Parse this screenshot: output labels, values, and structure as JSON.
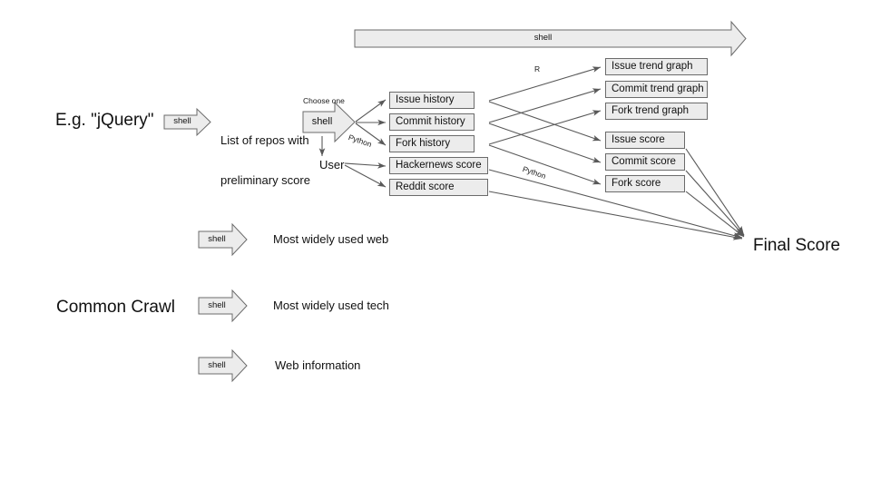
{
  "diagram": {
    "title": "Repository scoring pipeline flow diagram",
    "colors": {
      "box_fill": "#ececec",
      "box_border": "#6b6b6b",
      "arrow_stroke": "#595959",
      "text": "#111111",
      "background": "#ffffff"
    },
    "top_banner": {
      "label": "shell"
    },
    "inputs": {
      "example_query": "E.g. \"jQuery\"",
      "common_crawl": "Common Crawl"
    },
    "steps": {
      "shell_1": "shell",
      "repos_line1": "List of repos with",
      "repos_line2": "preliminary score",
      "choose_one": "Choose one",
      "shell_2": "shell",
      "python_branch": "Python",
      "user": "User",
      "lang_r": "R",
      "python_scores": "Python"
    },
    "history_boxes": [
      {
        "label": "Issue history"
      },
      {
        "label": "Commit history"
      },
      {
        "label": "Fork history"
      },
      {
        "label": "Hackernews score"
      },
      {
        "label": "Reddit score"
      }
    ],
    "output_boxes": [
      {
        "label": "Issue trend graph"
      },
      {
        "label": "Commit trend graph"
      },
      {
        "label": "Fork trend graph"
      },
      {
        "label": "Issue score"
      },
      {
        "label": "Commit score"
      },
      {
        "label": "Fork score"
      }
    ],
    "final": {
      "label": "Final Score"
    },
    "bottom_rows": [
      {
        "shell": "shell",
        "text": "Most widely used web"
      },
      {
        "shell": "shell",
        "text": "Most widely used tech"
      },
      {
        "shell": "shell",
        "text": "Web information"
      }
    ]
  }
}
